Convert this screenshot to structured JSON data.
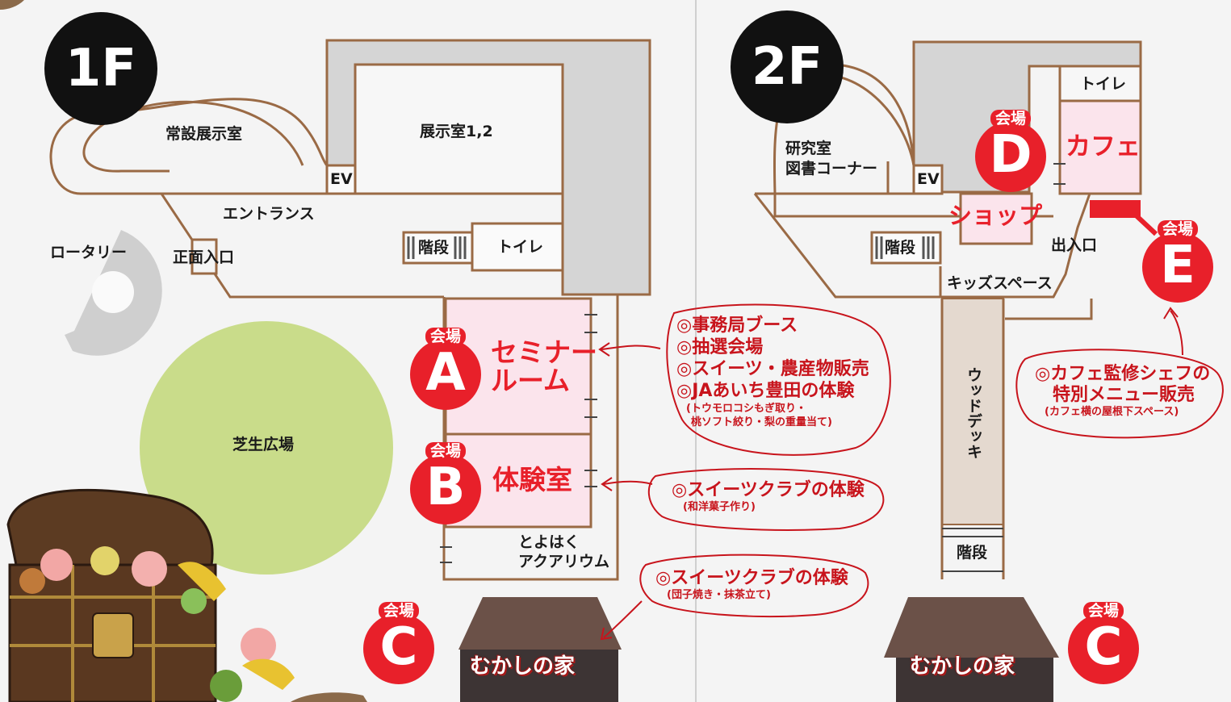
{
  "floors": {
    "first": "1F",
    "second": "2F"
  },
  "f1": {
    "permanent_exhibit": "常設展示室",
    "exhibit_rooms": "展示室1,2",
    "ev": "EV",
    "entrance": "エントランス",
    "rotary": "ロータリー",
    "main_entrance": "正面入口",
    "stairs": "階段",
    "toilet": "トイレ",
    "lawn": "芝生広場",
    "seminar_l1": "セミナー",
    "seminar_l2": "ルーム",
    "experience_room": "体験室",
    "aquarium_l1": "とよはく",
    "aquarium_l2": "アクアリウム",
    "old_house": "むかしの家"
  },
  "f2": {
    "research_l1": "研究室",
    "research_l2": "図書コーナー",
    "ev": "EV",
    "stairs": "階段",
    "toilet": "トイレ",
    "cafe": "カフェ",
    "shop": "ショップ",
    "exit": "出入口",
    "kids_space": "キッズスペース",
    "wood_deck": "ウッドデッキ",
    "stairs_bottom": "階段",
    "old_house": "むかしの家"
  },
  "venue_word": "会場",
  "venues": [
    "A",
    "B",
    "C",
    "D",
    "E"
  ],
  "annotations": {
    "a": {
      "lines": [
        "◎事務局ブース",
        "◎抽選会場",
        "◎スイーツ・農産物販売",
        "◎JAあいち豊田の体験"
      ],
      "sub": [
        "(トウモロコシもぎ取り・",
        "桃ソフト絞り・梨の重量当て)"
      ]
    },
    "b": {
      "lines": [
        "◎スイーツクラブの体験"
      ],
      "sub": [
        "(和洋菓子作り)"
      ]
    },
    "c": {
      "lines": [
        "◎スイーツクラブの体験"
      ],
      "sub": [
        "(団子焼き・抹茶立て)"
      ]
    },
    "e": {
      "lines": [
        "◎カフェ監修シェフの",
        "特別メニュー販売"
      ],
      "sub": [
        "(カフェ横の屋根下スペース)"
      ]
    }
  },
  "colors": {
    "accent_red": "#e8202a",
    "wall": "#9a6a45",
    "lawn": "#c9dc8a",
    "pink_room": "#fbe4ec",
    "deck": "#e4d9cf",
    "gray_block": "#d5d5d5"
  }
}
